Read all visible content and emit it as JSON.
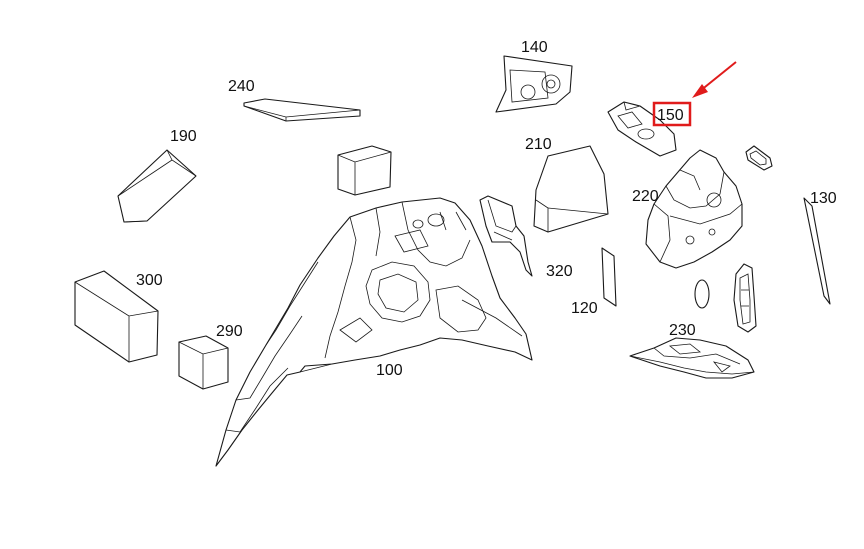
{
  "colors": {
    "line": "#1a1a1a",
    "highlight": "#e01b1b",
    "background": "#ffffff"
  },
  "labels": {
    "l100": "100",
    "l120": "120",
    "l130": "130",
    "l140": "140",
    "l150": "150",
    "l190": "190",
    "l210": "210",
    "l220": "220",
    "l230": "230",
    "l240": "240",
    "l290": "290",
    "l300": "300",
    "l320": "320"
  },
  "highlighted_part": "150"
}
